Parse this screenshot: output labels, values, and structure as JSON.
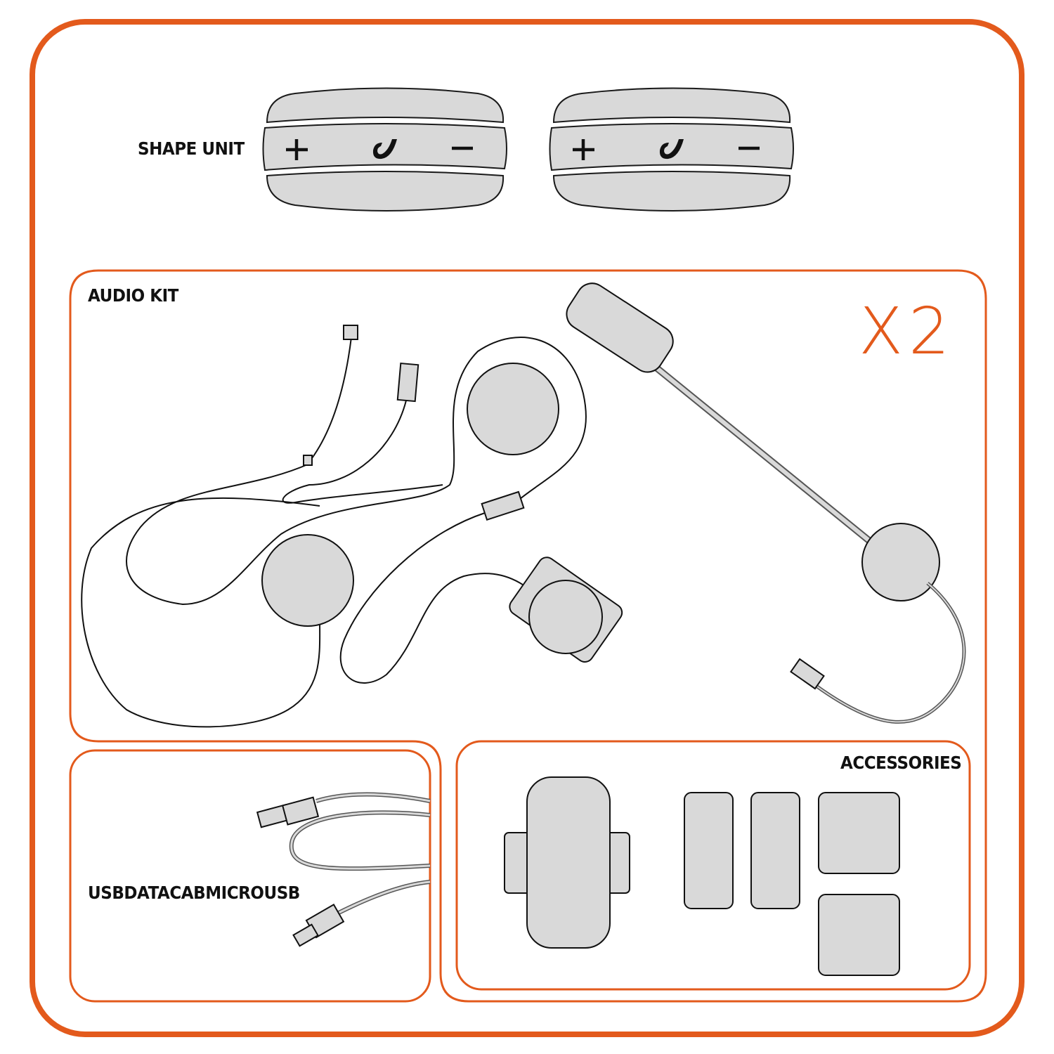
{
  "labels": {
    "shape_unit": "SHAPE UNIT",
    "audio_kit": "AUDIO KIT",
    "quantity": "X2",
    "usb_cable": "USBDATACABMICROUSB",
    "accessories": "ACCESSORIES"
  },
  "shape_unit_buttons": [
    "+",
    "−"
  ],
  "colors": {
    "accent": "#e35a1c",
    "part_fill": "#d9d9d9",
    "stroke": "#1a1a1a"
  }
}
